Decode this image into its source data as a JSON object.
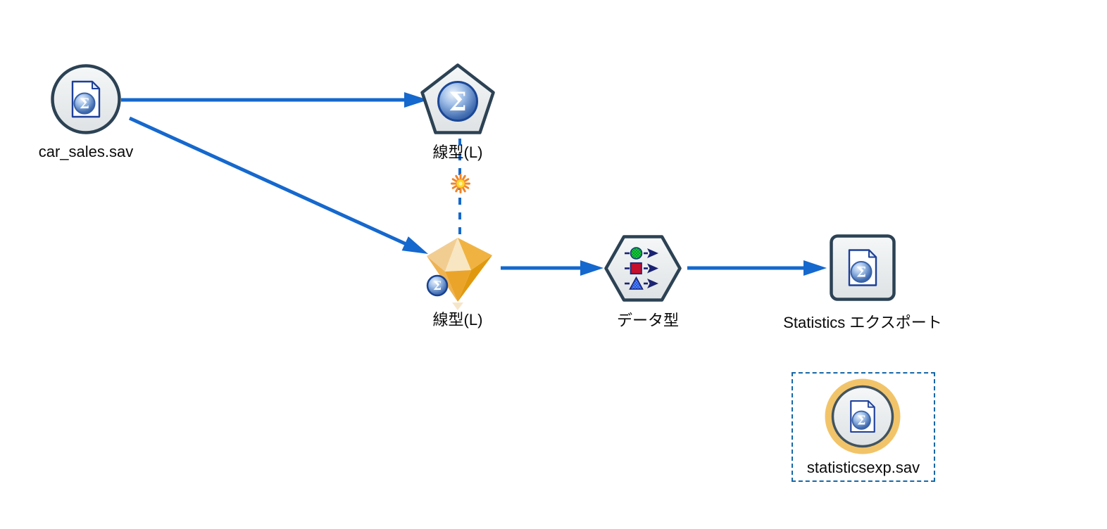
{
  "app": {
    "view": "stream-canvas"
  },
  "colors": {
    "canvas_background": "#ffffff",
    "connector_blue": "#1568cd",
    "node_border": "#2c4254",
    "node_fill_light": "#eceff0",
    "selection_dash_blue": "#1668a8",
    "highlight_ring_gold": "#f2c469",
    "nugget_gold": "#eba42a",
    "refresh_star_orange": "#f08428",
    "refresh_star_yellow": "#ffd829",
    "sigma_sphere_blue": "#3c69ae",
    "label_text": "#0a0a0a"
  },
  "glyphs": {
    "sigma": "Σ"
  },
  "nodes": [
    {
      "id": "car_sales_source",
      "label": "car_sales.sav",
      "kind": "statistics-file-source",
      "shape": "circle",
      "selected": false
    },
    {
      "id": "linear_model",
      "label": "線型(L)",
      "kind": "linear-model-builder",
      "shape": "pentagon",
      "selected": false
    },
    {
      "id": "linear_nugget",
      "label": "線型(L)",
      "kind": "linear-model-nugget",
      "shape": "gold-gem",
      "selected": false
    },
    {
      "id": "type_node",
      "label": "データ型",
      "kind": "type",
      "shape": "hexagon",
      "selected": false
    },
    {
      "id": "statistics_export",
      "label": "Statistics エクスポート",
      "kind": "statistics-export",
      "shape": "rounded-square",
      "selected": false
    },
    {
      "id": "statisticsexp_source",
      "label": "statisticsexp.sav",
      "kind": "statistics-file-source",
      "shape": "circle",
      "selected": true,
      "highlight_ring": true
    }
  ],
  "connections": [
    {
      "from": "car_sales_source",
      "to": "linear_model",
      "style": "solid-arrow"
    },
    {
      "from": "car_sales_source",
      "to": "linear_nugget",
      "style": "solid-arrow"
    },
    {
      "from": "linear_nugget",
      "to": "type_node",
      "style": "solid-arrow"
    },
    {
      "from": "type_node",
      "to": "statistics_export",
      "style": "solid-arrow"
    },
    {
      "from": "linear_model",
      "to": "linear_nugget",
      "style": "dashed-model-link",
      "indicator": "refresh-sunburst"
    }
  ]
}
